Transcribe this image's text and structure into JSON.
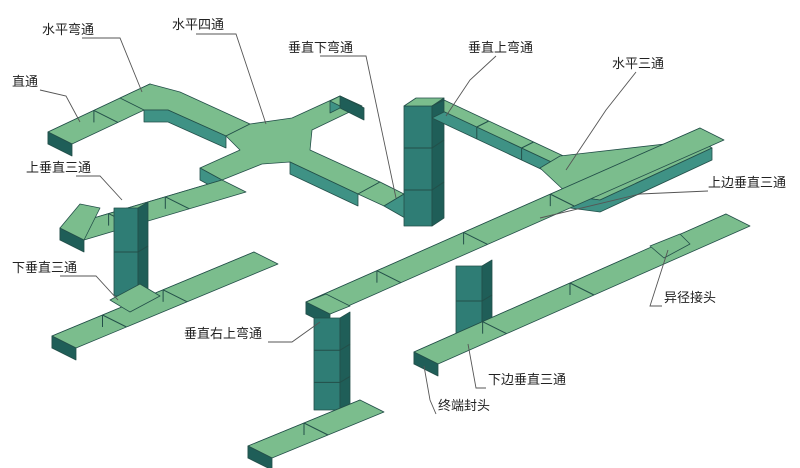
{
  "colors": {
    "background": "#ffffff",
    "tray_top": "#7bbd8d",
    "tray_side": "#2f7d75",
    "tray_front": "#3f9285",
    "tray_dark": "#1f5e58",
    "seam": "#234f49",
    "leader_line": "#555555",
    "label_text": "#222222"
  },
  "labels": {
    "horizontal_elbow": "水平弯通",
    "horizontal_cross": "水平四通",
    "vertical_down_elbow": "垂直下弯通",
    "vertical_up_elbow": "垂直上弯通",
    "horizontal_tee": "水平三通",
    "straight": "直通",
    "upper_vertical_tee": "上垂直三通",
    "upper_side_vertical_tee": "上边垂直三通",
    "lower_vertical_tee": "下垂直三通",
    "reducer": "异径接头",
    "vertical_right_up_elbow": "垂直右上弯通",
    "lower_side_vertical_tee": "下边垂直三通",
    "end_cap": "终端封头"
  }
}
